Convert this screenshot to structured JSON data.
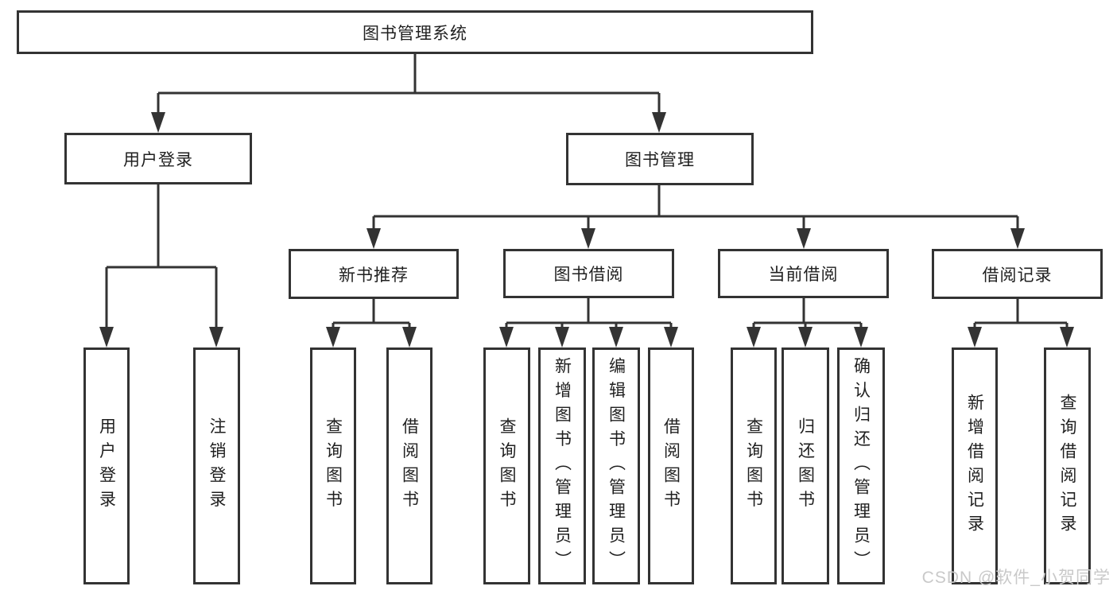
{
  "diagram": {
    "root": "图书管理系统",
    "user_login": {
      "label": "用户登录",
      "children": {
        "login": "用户登录",
        "logout": "注销登录"
      }
    },
    "book_management": {
      "label": "图书管理",
      "new_books": {
        "label": "新书推荐",
        "children": {
          "query": "查询图书",
          "borrow": "借阅图书"
        }
      },
      "borrowing": {
        "label": "图书借阅",
        "children": {
          "query": "查询图书",
          "add": "新增图书（管理员）",
          "edit": "编辑图书（管理员）",
          "borrow": "借阅图书"
        }
      },
      "current": {
        "label": "当前借阅",
        "children": {
          "query": "查询图书",
          "return": "归还图书",
          "confirm": "确认归还（管理员）"
        }
      },
      "records": {
        "label": "借阅记录",
        "children": {
          "add": "新增借阅记录",
          "query": "查询借阅记录"
        }
      }
    }
  },
  "watermark": "CSDN @软件_小贺同学",
  "colors": {
    "line": "#333333",
    "box_fill": "#ffffff",
    "text": "#1f1f1f",
    "watermark": "#c9c9c9"
  }
}
